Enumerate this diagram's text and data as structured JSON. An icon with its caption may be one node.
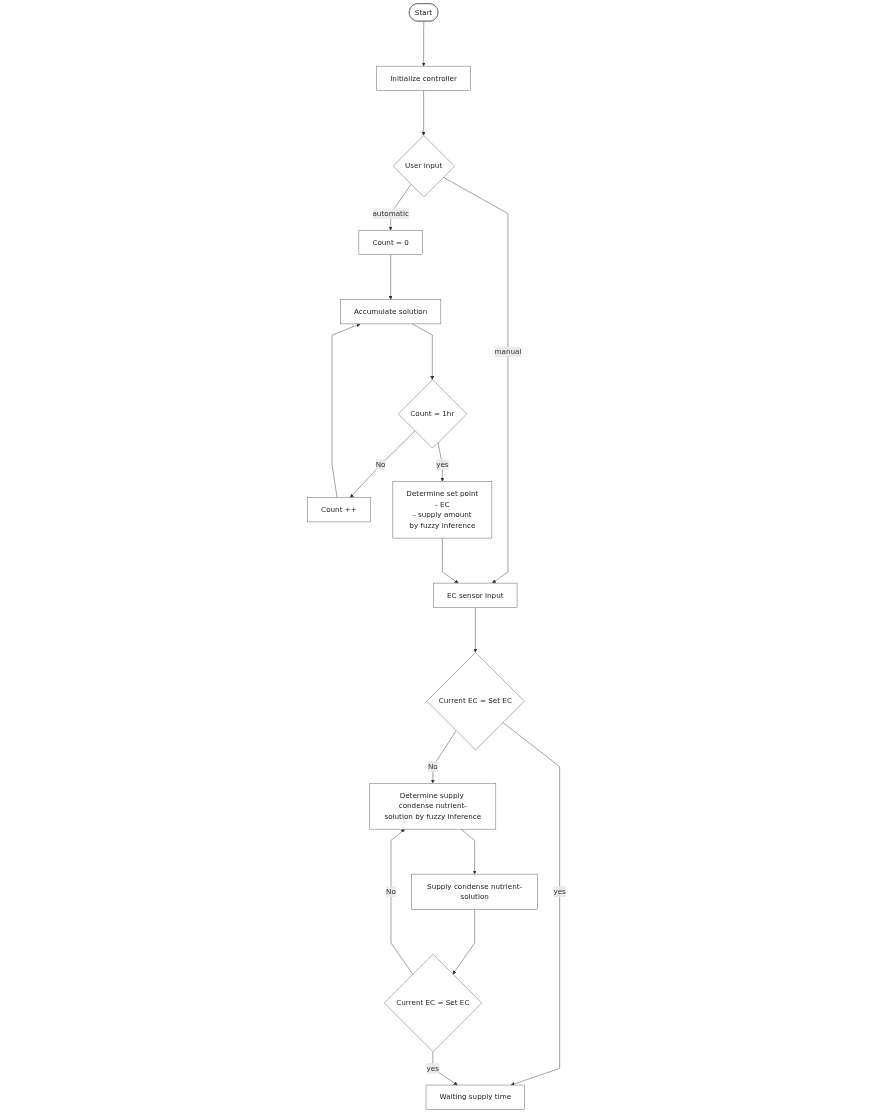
{
  "diagram": {
    "nodes": [
      {
        "text": [
          "Start"
        ]
      },
      {
        "text": [
          "Initialize controller"
        ]
      },
      {
        "text": [
          "User input"
        ]
      },
      {
        "text": [
          "Count = 0"
        ]
      },
      {
        "text": [
          "Accumulate solution"
        ]
      },
      {
        "text": [
          "Count = 1hr"
        ]
      },
      {
        "text": [
          "Count ++"
        ]
      },
      {
        "text": [
          "Determine set point",
          "- EC",
          "- supply amount",
          "by fuzzy inference"
        ]
      },
      {
        "text": [
          "EC sensor input"
        ]
      },
      {
        "text": [
          "Current EC = Set EC"
        ]
      },
      {
        "text": [
          "Determine supply condense nutrient-solution by fuzzy inference"
        ]
      },
      {
        "text": [
          "Supply condense nutrient-solution"
        ]
      },
      {
        "text": [
          "Current EC = Set EC"
        ]
      },
      {
        "text": [
          "Waiting supply time"
        ]
      }
    ],
    "edges": [
      {
        "from": 0,
        "to": 1,
        "arrow": "to"
      },
      {
        "from": 1,
        "to": 2,
        "arrow": "to"
      },
      {
        "from": 2,
        "to": 3,
        "arrow": "to",
        "label": "automatic"
      },
      {
        "from": 3,
        "to": 4,
        "arrow": "to"
      },
      {
        "from": 4,
        "to": 5,
        "arrow": "to"
      },
      {
        "from": 5,
        "to": 6,
        "arrow": "to",
        "label": "No"
      },
      {
        "from": 6,
        "to": 4,
        "arrow": "to"
      },
      {
        "from": 5,
        "to": 7,
        "arrow": "to",
        "label": "yes"
      },
      {
        "from": 2,
        "to": 8,
        "arrow": "to",
        "label": "manual"
      },
      {
        "from": 7,
        "to": 8,
        "arrow": "to"
      },
      {
        "from": 8,
        "to": 9,
        "arrow": "to"
      },
      {
        "from": 9,
        "to": 10,
        "arrow": "to",
        "label": "No"
      },
      {
        "from": 9,
        "to": 13,
        "arrow": "to",
        "label": "yes"
      },
      {
        "from": 10,
        "to": 11,
        "arrow": "to"
      },
      {
        "from": 11,
        "to": 12,
        "arrow": "to"
      },
      {
        "from": 12,
        "to": 13,
        "arrow": "to",
        "label": "yes"
      },
      {
        "from": 12,
        "to": 10,
        "arrow": "to",
        "label": "No"
      }
    ]
  }
}
